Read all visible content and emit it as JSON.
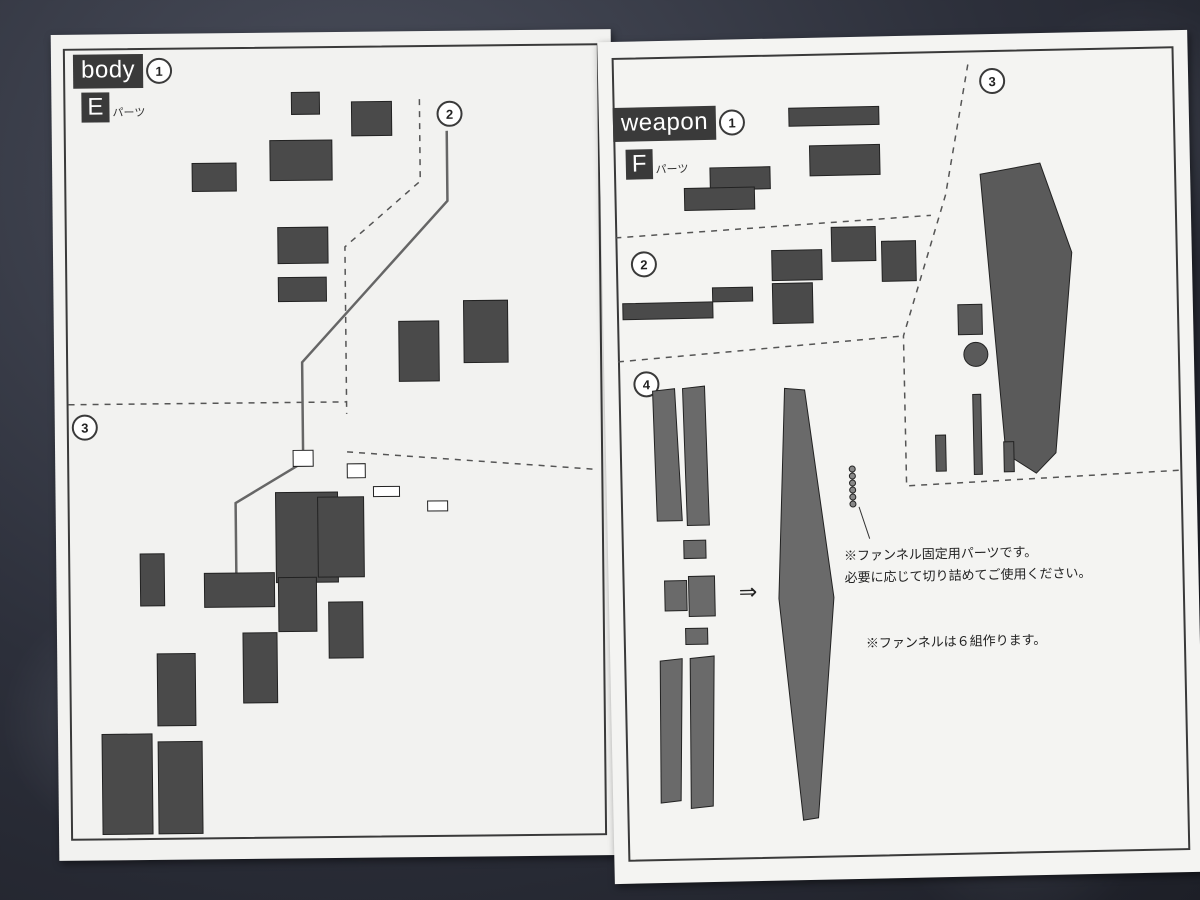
{
  "left_page": {
    "tab_label": "body",
    "tab_step": "1",
    "parts_letter": "E",
    "parts_sub": "パーツ",
    "steps": [
      "2",
      "3"
    ]
  },
  "right_page": {
    "tab_label": "weapon",
    "tab_step": "1",
    "parts_letter": "F",
    "parts_sub": "パーツ",
    "steps": [
      "2",
      "3",
      "4"
    ],
    "note_1": "※ファンネル固定用パーツです。",
    "note_2": "必要に応じて切り詰めてご使用ください。",
    "note_3": "※ファンネルは６組作ります。"
  }
}
